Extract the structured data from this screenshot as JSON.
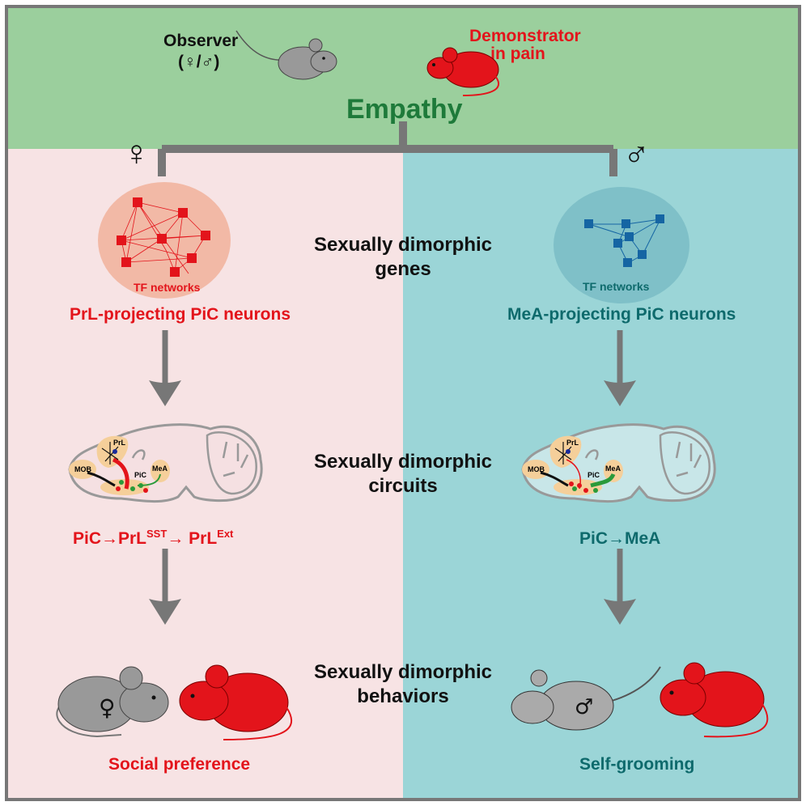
{
  "header": {
    "observer_label": "Observer",
    "observer_sex": "(♀/♂)",
    "demonstrator_line1": "Demonstrator",
    "demonstrator_line2": "in pain",
    "title": "Empathy"
  },
  "female": {
    "symbol": "♀",
    "network_label": "TF networks",
    "neurons_label": "PrL-projecting PiC neurons",
    "circuit_parts": [
      "PiC→PrL",
      "SST",
      "→ PrL",
      "Ext"
    ],
    "behavior_label": "Social preference",
    "mouse_symbol": "♀"
  },
  "male": {
    "symbol": "♂",
    "network_label": "TF networks",
    "neurons_label": "MeA-projecting PiC neurons",
    "circuit_label": "PiC→MeA",
    "behavior_label": "Self-grooming",
    "mouse_symbol": "♂"
  },
  "center": {
    "genes": [
      "Sexually dimorphic",
      "genes"
    ],
    "circuits": [
      "Sexually dimorphic",
      "circuits"
    ],
    "behaviors": [
      "Sexually dimorphic",
      "behaviors"
    ]
  },
  "brain_regions": [
    "PrL",
    "MOB",
    "PiC",
    "MeA"
  ],
  "colors": {
    "top_bg": "#9bcf9d",
    "female_bg": "#f7e3e4",
    "male_bg": "#9bd5d7",
    "female_accent": "#e3141b",
    "male_accent": "#0e6a6c",
    "empathy": "#1e7a3a",
    "arrow": "#777777"
  }
}
